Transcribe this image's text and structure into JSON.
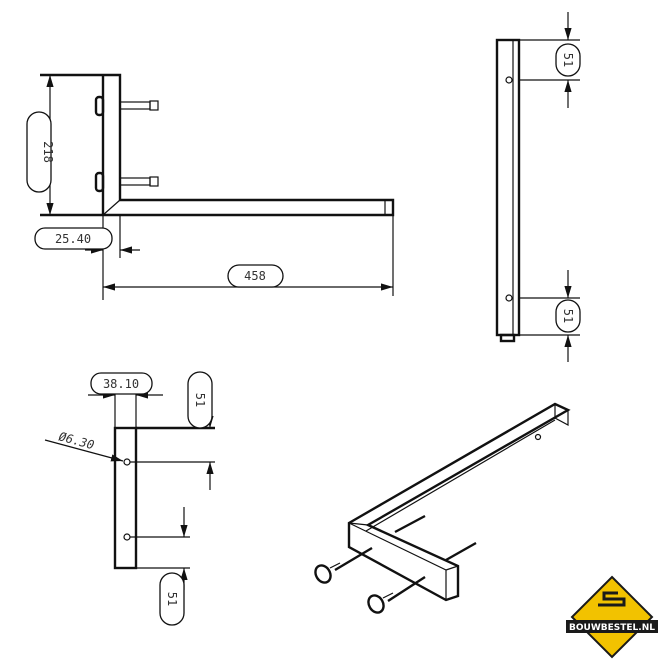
{
  "drawing": {
    "side_view": {
      "height_dim": "218",
      "offset_dim": "25.40",
      "length_dim": "458"
    },
    "front_view": {
      "top_hole_dim": "51",
      "bottom_hole_dim": "51"
    },
    "detail_view": {
      "width_dim": "38.10",
      "hole_diameter_dim": "Ø6.30",
      "top_hole_dim": "51",
      "bottom_hole_dim": "51"
    },
    "isometric_view": {}
  },
  "logo": {
    "text": "BOUWBESTEL.NL",
    "colors": {
      "yellow": "#f2c200",
      "black": "#1a1a1a"
    }
  }
}
